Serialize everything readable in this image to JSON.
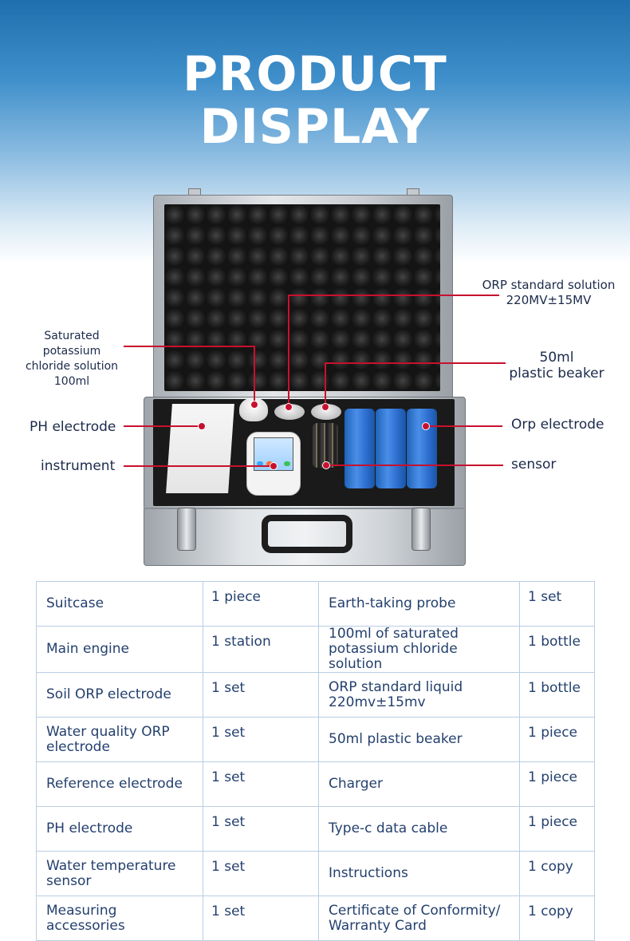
{
  "title_line1": "PRODUCT",
  "title_line2": "DISPLAY",
  "callouts": {
    "saturated_l1": "Saturated potassium",
    "saturated_l2": "chloride solution",
    "saturated_l3": "100ml",
    "orp_std_l1": "ORP standard solution",
    "orp_std_l2": "220MV±15MV",
    "beaker_l1": "50ml",
    "beaker_l2": "plastic beaker",
    "ph_electrode": "PH electrode",
    "instrument": "instrument",
    "orp_electrode": "Orp electrode",
    "sensor": "sensor"
  },
  "table": {
    "rows": [
      {
        "item_a": "Suitcase",
        "qty_a": "1 piece",
        "item_b": "Earth-taking probe",
        "qty_b": "1 set"
      },
      {
        "item_a": "Main engine",
        "qty_a": "1 station",
        "item_b": "100ml of saturated potassium chloride solution",
        "qty_b": "1 bottle"
      },
      {
        "item_a": "Soil ORP electrode",
        "qty_a": "1 set",
        "item_b": "ORP standard liquid 220mv±15mv",
        "qty_b": "1 bottle"
      },
      {
        "item_a": "Water quality ORP electrode",
        "qty_a": "1 set",
        "item_b": "50ml plastic beaker",
        "qty_b": "1 piece"
      },
      {
        "item_a": "Reference electrode",
        "qty_a": "1 set",
        "item_b": "Charger",
        "qty_b": "1 piece"
      },
      {
        "item_a": "PH electrode",
        "qty_a": "1 set",
        "item_b": "Type-c data cable",
        "qty_b": "1 piece"
      },
      {
        "item_a": "Water temperature sensor",
        "qty_a": "1 set",
        "item_b": "Instructions",
        "qty_b": "1 copy"
      },
      {
        "item_a": "Measuring accessories",
        "qty_a": "1 set",
        "item_b": "Certificate of Conformity/ Warranty Card",
        "qty_b": "1 copy"
      }
    ]
  },
  "colors": {
    "accent_red": "#c8102e",
    "header_blue": "#1f6fae",
    "table_text": "#24406e",
    "table_border": "#b9cde3"
  }
}
